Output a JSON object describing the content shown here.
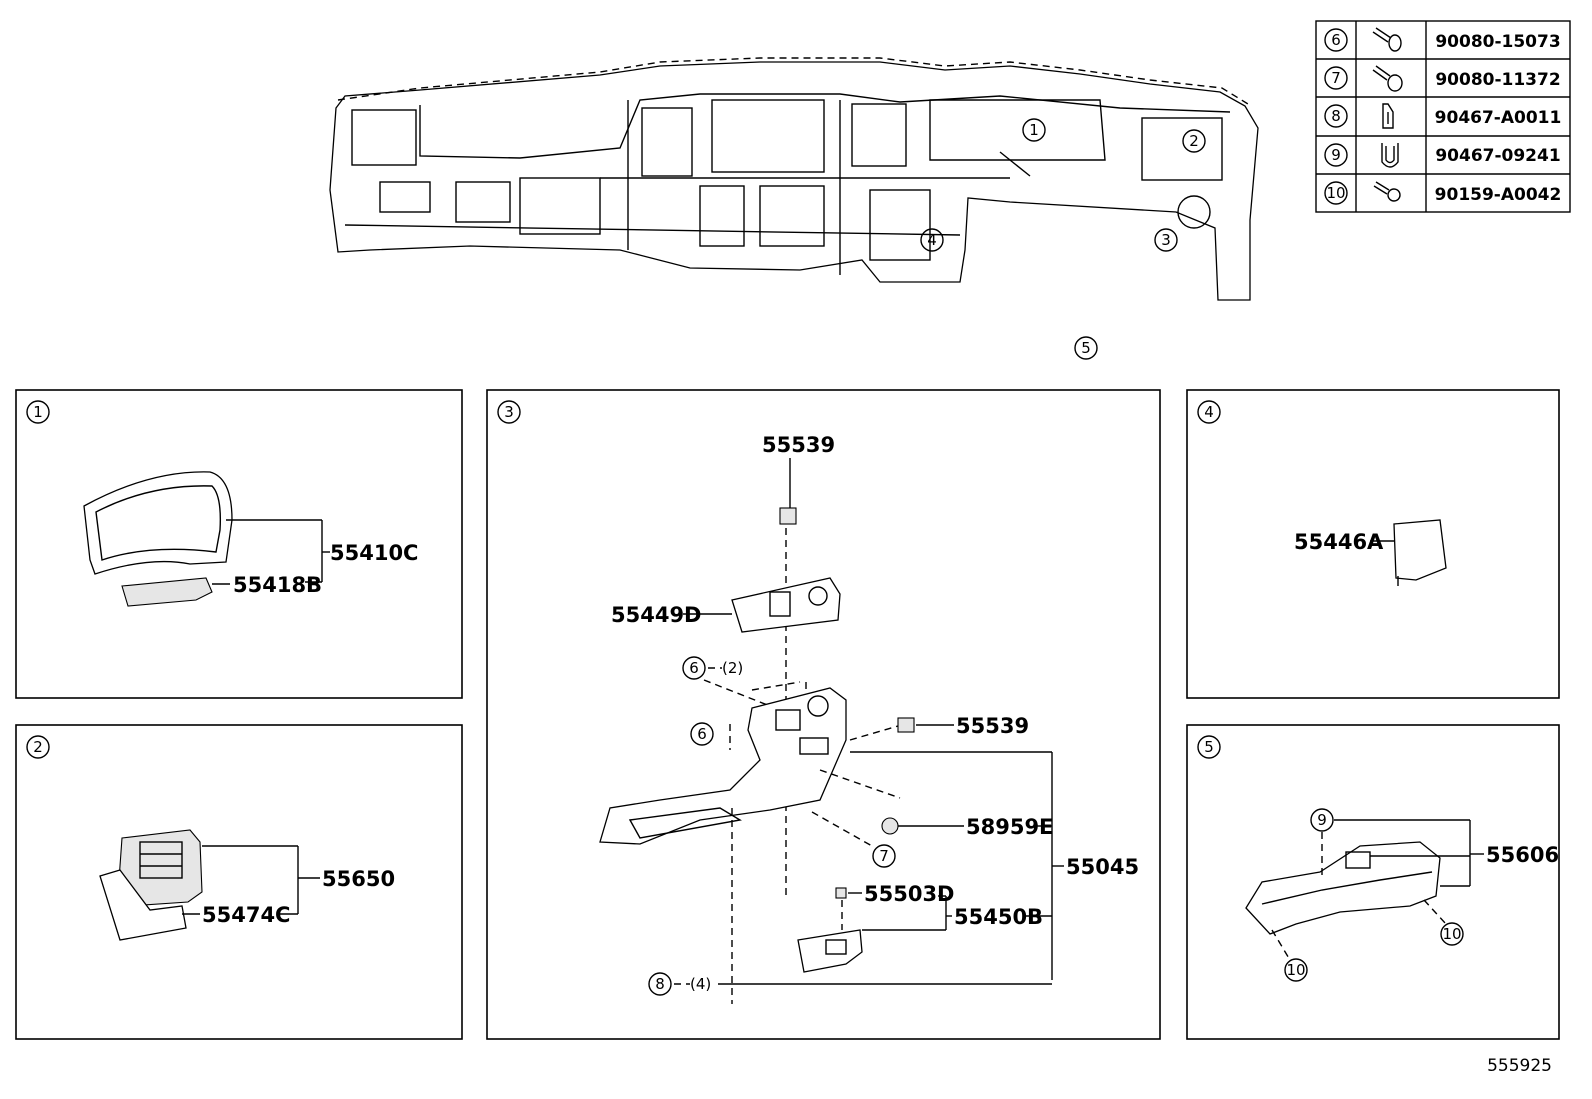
{
  "fastener_table": [
    {
      "ref": "6",
      "icon": "bolt-washer-icon",
      "part_no": "90080-15073"
    },
    {
      "ref": "7",
      "icon": "bolt-washer-icon",
      "part_no": "90080-11372"
    },
    {
      "ref": "8",
      "icon": "clip-icon",
      "part_no": "90467-A0011"
    },
    {
      "ref": "9",
      "icon": "clip-u-icon",
      "part_no": "90467-09241"
    },
    {
      "ref": "10",
      "icon": "screw-icon",
      "part_no": "90159-A0042"
    }
  ],
  "overview": {
    "callouts": [
      "1",
      "2",
      "3",
      "4",
      "5"
    ]
  },
  "panels": {
    "p1": {
      "id": "1",
      "labels": {
        "a": "55410C",
        "b": "55418B"
      }
    },
    "p2": {
      "id": "2",
      "labels": {
        "a": "55650",
        "b": "55474C"
      }
    },
    "p3": {
      "id": "3",
      "labels": {
        "top": "55539",
        "switch": "55449D",
        "side": "55539",
        "plug": "58959E",
        "main": "55045",
        "cup_small": "55503D",
        "cup": "55450B"
      },
      "callouts": {
        "c6a": "6",
        "c6b": "6",
        "c7": "7",
        "c8": "8"
      },
      "qty": {
        "q6": "(2)",
        "q8": "(4)"
      }
    },
    "p4": {
      "id": "4",
      "labels": {
        "a": "55446A"
      }
    },
    "p5": {
      "id": "5",
      "labels": {
        "a": "55606"
      },
      "callouts": {
        "c9": "9",
        "c10a": "10",
        "c10b": "10"
      }
    }
  },
  "illustration_id": "555925"
}
